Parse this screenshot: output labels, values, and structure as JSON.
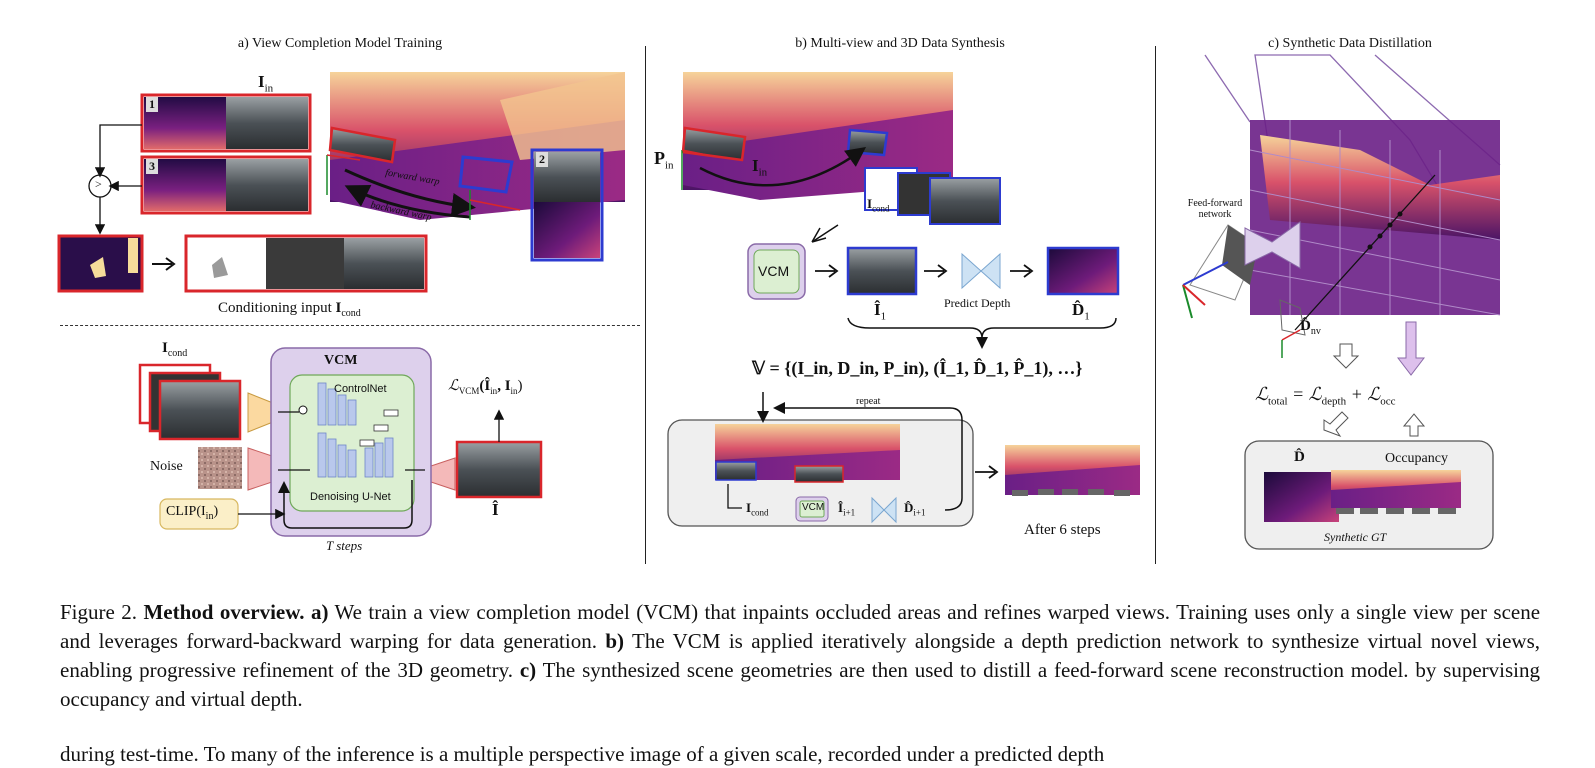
{
  "panels": {
    "a_title": "a) View Completion Model Training",
    "b_title": "b) Multi-view and 3D Data Synthesis",
    "c_title": "c)  Synthetic Data Distillation"
  },
  "panel_a": {
    "i_in": "I",
    "i_in_sub": "in",
    "badge_1": "1",
    "badge_2": "2",
    "badge_3": "3",
    "compare_symbol": ">",
    "forward_warp": "forward warp",
    "backward_warp": "backward warp",
    "conditioning_input": "Conditioning input ",
    "cond_symbol": "I",
    "cond_sub": "cond",
    "i_cond": "I",
    "i_cond_sub": "cond",
    "noise": "Noise",
    "clip": "CLIP(I",
    "clip_sub": "in",
    "clip_close": ")",
    "vcm": "VCM",
    "controlnet": "ControlNet",
    "denoising_unet": "Denoising U-Net",
    "t_steps": "T steps",
    "loss": "ℒ",
    "loss_sub": "VCM",
    "loss_args": "(Î",
    "loss_args_sub": "in",
    "loss_args2": ", I",
    "loss_args2_sub": "in",
    "loss_close": ")",
    "i_hat": "Î"
  },
  "panel_b": {
    "p_in": "P",
    "p_in_sub": "in",
    "i_in": "I",
    "i_in_sub": "in",
    "i_cond": "I",
    "i_cond_sub": "cond",
    "vcm": "VCM",
    "i1_hat": "Î",
    "i1_sub": "1",
    "predict_depth": "Predict Depth",
    "d1_hat": "D̂",
    "d1_sub": "1",
    "set_eq": "𝕍 = {(I_in, D_in, P_in), (Î_1, D̂_1, P̂_1), …}",
    "repeat": "repeat",
    "loop_cond": "I",
    "loop_cond_sub": "cond",
    "loop_vcm": "VCM",
    "loop_i": "Î",
    "loop_i_sub": "i+1",
    "loop_d": "D̂",
    "loop_d_sub": "i+1",
    "after": "After 6 steps"
  },
  "panel_c": {
    "ff_network": "Feed-forward network",
    "d_nv": "D̂",
    "d_nv_sub": "nv",
    "loss_total": "ℒ",
    "loss_total_sub": "total",
    "eq": " = ℒ",
    "loss_depth_sub": "depth",
    "plus": " + ℒ",
    "loss_occ_sub": "occ",
    "d_hat": "D̂",
    "occupancy": "Occupancy",
    "synthetic_gt": "Synthetic GT"
  },
  "caption": {
    "fig": "Figure 2.",
    "bold1": "Method overview.",
    "a": "a)",
    "text_a": "We train a view completion model (VCM) that inpaints occluded areas and refines warped views. Training uses only a single view per scene and leverages forward-backward warping for data generation.",
    "b": "b)",
    "text_b": "The VCM is applied iteratively alongside a depth prediction network to synthesize virtual novel views, enabling progressive refinement of the 3D geometry.",
    "c": "c)",
    "text_c": "The synthesized scene geometries are then used to distill a feed-forward scene reconstruction model. by supervising occupancy and virtual depth."
  },
  "body_fragment": "during test-time.   To many of the inference is a multiple perspective image of a given scale, recorded under a predicted depth",
  "colors": {
    "red_frame": "#d9262b",
    "blue_frame": "#2d3bd0",
    "vcm_purple": "#ddd0ec",
    "controlnet_green": "#dcefd2",
    "clip_yellow": "#fbefc8",
    "loop_gray": "#efefef"
  }
}
